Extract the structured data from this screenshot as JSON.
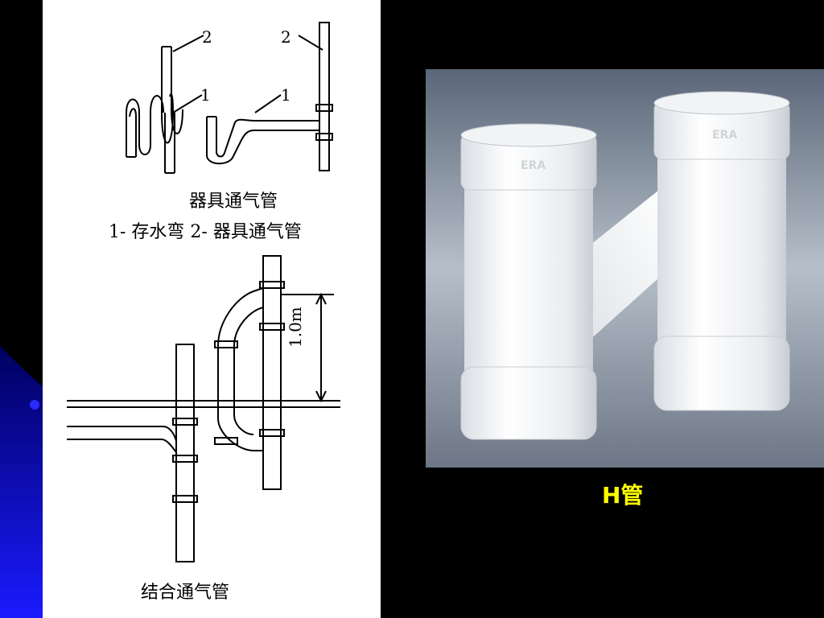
{
  "diagram": {
    "fixture_vent": {
      "callout_1_left": "1",
      "callout_2_left": "2",
      "callout_1_right": "1",
      "callout_2_right": "2",
      "title": "器具通气管",
      "legend": "1- 存水弯 2- 器具通气管"
    },
    "combined_vent": {
      "dimension": "1.0m",
      "title": "结合通气管"
    }
  },
  "photo": {
    "brand_mark": "ERA",
    "caption": "H管"
  },
  "colors": {
    "caption": "#ffff00",
    "background": "#000000",
    "accent": "#0000c0"
  }
}
